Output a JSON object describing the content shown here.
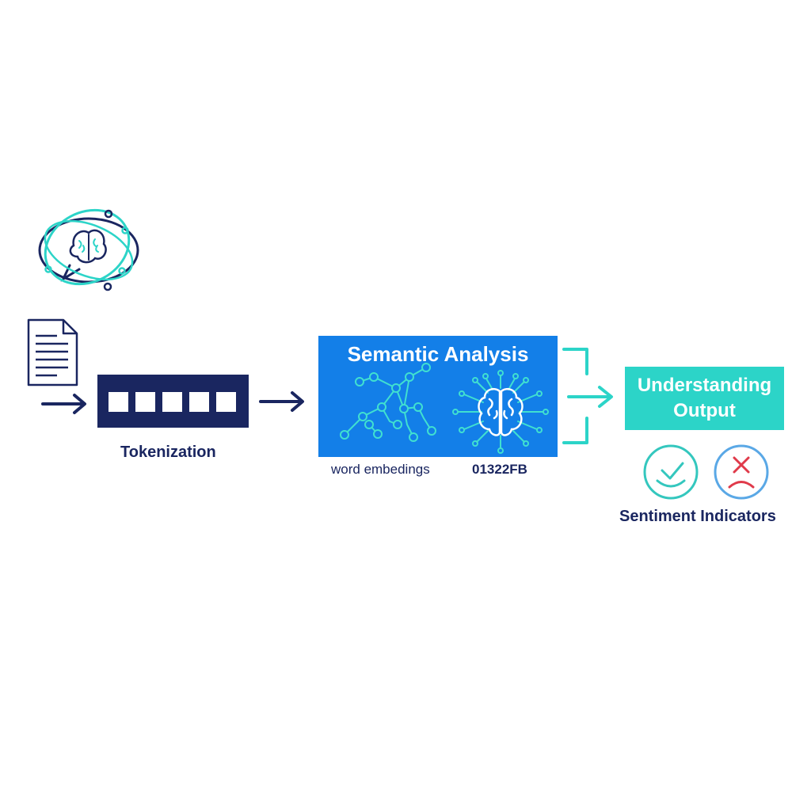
{
  "tokenization": {
    "label": "Tokenization",
    "token_count": 5
  },
  "semantic_analysis": {
    "title": "Semantic Analysis",
    "embeddings_label": "word embedings",
    "code_label": "01322FB"
  },
  "output": {
    "line1": "Understanding",
    "line2": "Output"
  },
  "sentiment": {
    "label": "Sentiment Indicators"
  },
  "icons": [
    "brain-chat-icon",
    "document-icon",
    "network-graph-icon",
    "neural-brain-icon",
    "positive-sentiment-icon",
    "negative-sentiment-icon"
  ],
  "colors": {
    "navy": "#1a2660",
    "blue": "#137fe8",
    "teal": "#2cd4c8",
    "positive": "#34c7be",
    "negative": "#e03a4a"
  }
}
